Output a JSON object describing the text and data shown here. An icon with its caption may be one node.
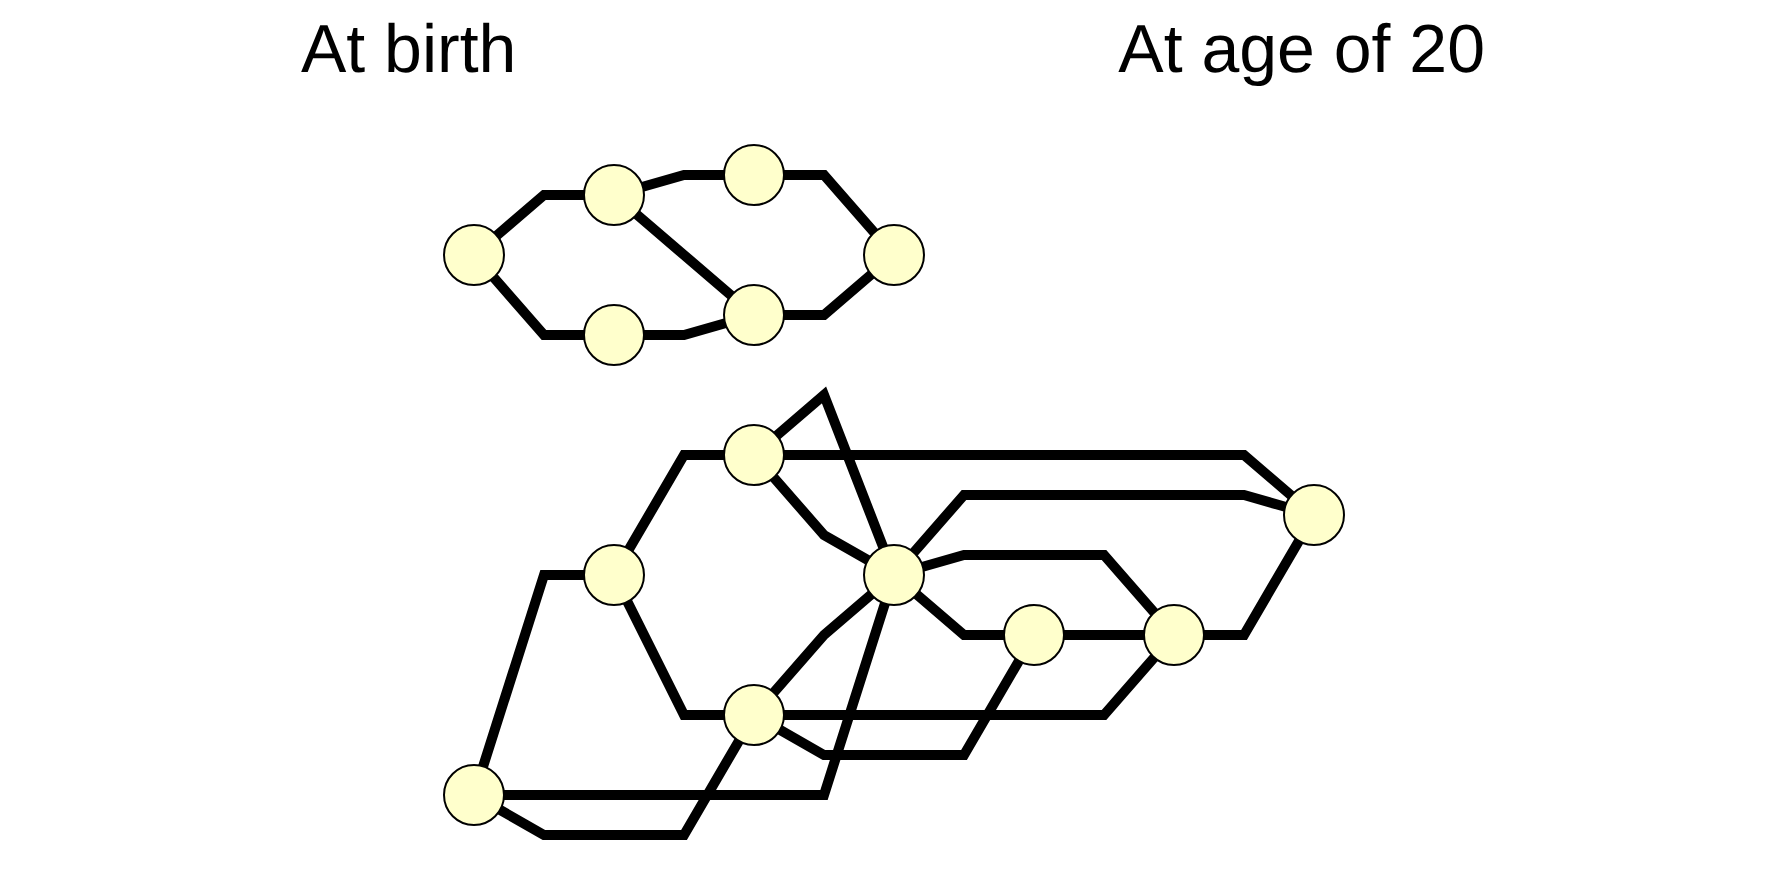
{
  "diagram": {
    "nodes": [
      {
        "text": [],
        "shape": "circle"
      },
      {
        "text": [],
        "shape": "circle"
      },
      {
        "text": [],
        "shape": "circle"
      },
      {
        "text": [],
        "shape": "circle"
      },
      {
        "text": [],
        "shape": "circle"
      },
      {
        "text": [],
        "shape": "circle"
      },
      {
        "text": [],
        "shape": "circle"
      },
      {
        "text": [],
        "shape": "circle"
      },
      {
        "text": [],
        "shape": "circle"
      },
      {
        "text": [],
        "shape": "circle"
      },
      {
        "text": [],
        "shape": "circle"
      },
      {
        "text": [],
        "shape": "circle"
      },
      {
        "text": [],
        "shape": "circle"
      },
      {
        "text": [],
        "shape": "circle"
      }
    ],
    "edges": [
      {
        "from": 0,
        "to": 1,
        "arrow": "none"
      },
      {
        "from": 0,
        "to": 3,
        "arrow": "none"
      },
      {
        "from": 0,
        "to": 4,
        "arrow": "none"
      },
      {
        "from": 1,
        "to": 2,
        "arrow": "none"
      },
      {
        "from": 1,
        "to": 4,
        "arrow": "none"
      },
      {
        "from": 4,
        "to": 3,
        "arrow": "none"
      },
      {
        "from": 2,
        "to": 3,
        "arrow": "none"
      },
      {
        "from": 3,
        "to": 2,
        "arrow": "none"
      },
      {
        "from": 2,
        "to": 5,
        "arrow": "none"
      },
      {
        "from": 3,
        "to": 5,
        "arrow": "none"
      },
      {
        "from": 3,
        "to": 6,
        "arrow": "none"
      },
      {
        "from": 3,
        "to": 7,
        "arrow": "none"
      },
      {
        "from": 4,
        "to": 6,
        "arrow": "none"
      },
      {
        "from": 4,
        "to": 7,
        "arrow": "none"
      },
      {
        "from": 6,
        "to": 5,
        "arrow": "none"
      },
      {
        "from": 7,
        "to": 6,
        "arrow": "none"
      },
      {
        "from": 8,
        "to": 9,
        "arrow": "none"
      },
      {
        "from": 9,
        "to": 10,
        "arrow": "none"
      },
      {
        "from": 8,
        "to": 13,
        "arrow": "none"
      },
      {
        "from": 9,
        "to": 11,
        "arrow": "none"
      },
      {
        "from": 10,
        "to": 12,
        "arrow": "none"
      },
      {
        "from": 13,
        "to": 11,
        "arrow": "none"
      },
      {
        "from": 11,
        "to": 12,
        "arrow": "none"
      }
    ],
    "labels": [
      "At birth",
      "At age of 20"
    ]
  }
}
